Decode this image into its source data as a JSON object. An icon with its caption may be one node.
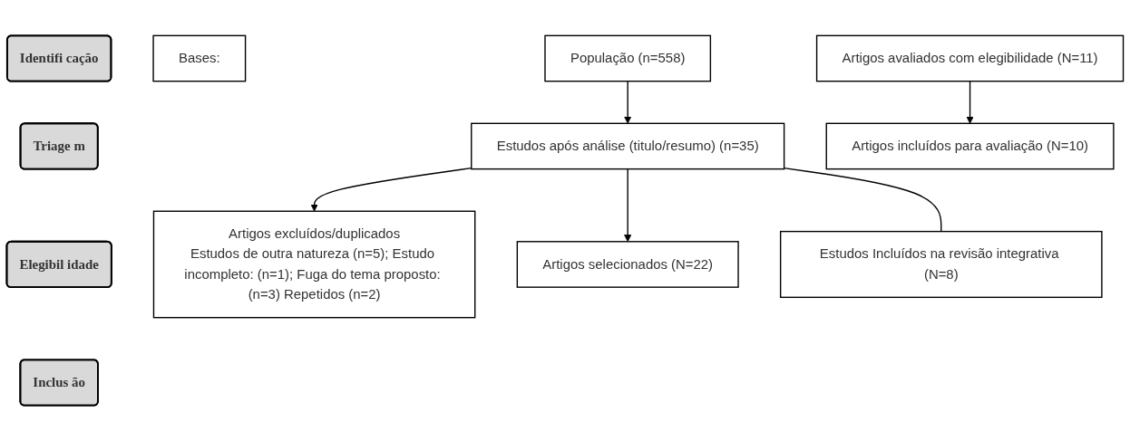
{
  "diagram": {
    "nodes": [
      {
        "text": [
          "Identifi cação"
        ]
      },
      {
        "text": [
          "Triage m"
        ]
      },
      {
        "text": [
          "Elegibil idade"
        ]
      },
      {
        "text": [
          "Inclus ão"
        ]
      },
      {
        "text": [
          "Bases:"
        ]
      },
      {
        "text": [
          "População (n=558)"
        ]
      },
      {
        "text": [
          "Estudos após análise (titulo/resumo) (n=35)"
        ]
      },
      {
        "text": [
          "Artigos excluídos/duplicados",
          "Estudos de outra natureza (n=5); Estudo incompleto: (n=1); Fuga do tema proposto: (n=3) Repetidos (n=2)"
        ]
      },
      {
        "text": [
          "Artigos selecionados (N=22)"
        ]
      },
      {
        "text": [
          "Artigos avaliados com elegibilidade (N=11)"
        ]
      },
      {
        "text": [
          "Artigos incluídos para avaliação (N=10)"
        ]
      },
      {
        "text": [
          "Estudos Incluídos na revisão integrativa (N=8)"
        ]
      }
    ],
    "edges": [
      {
        "from": 5,
        "to": 6,
        "arrow": "to"
      },
      {
        "from": 6,
        "to": 7,
        "arrow": "to"
      },
      {
        "from": 6,
        "to": 8,
        "arrow": "to"
      },
      {
        "from": 6,
        "to": 11,
        "arrow": "none"
      },
      {
        "from": 9,
        "to": 10,
        "arrow": "to"
      }
    ]
  }
}
